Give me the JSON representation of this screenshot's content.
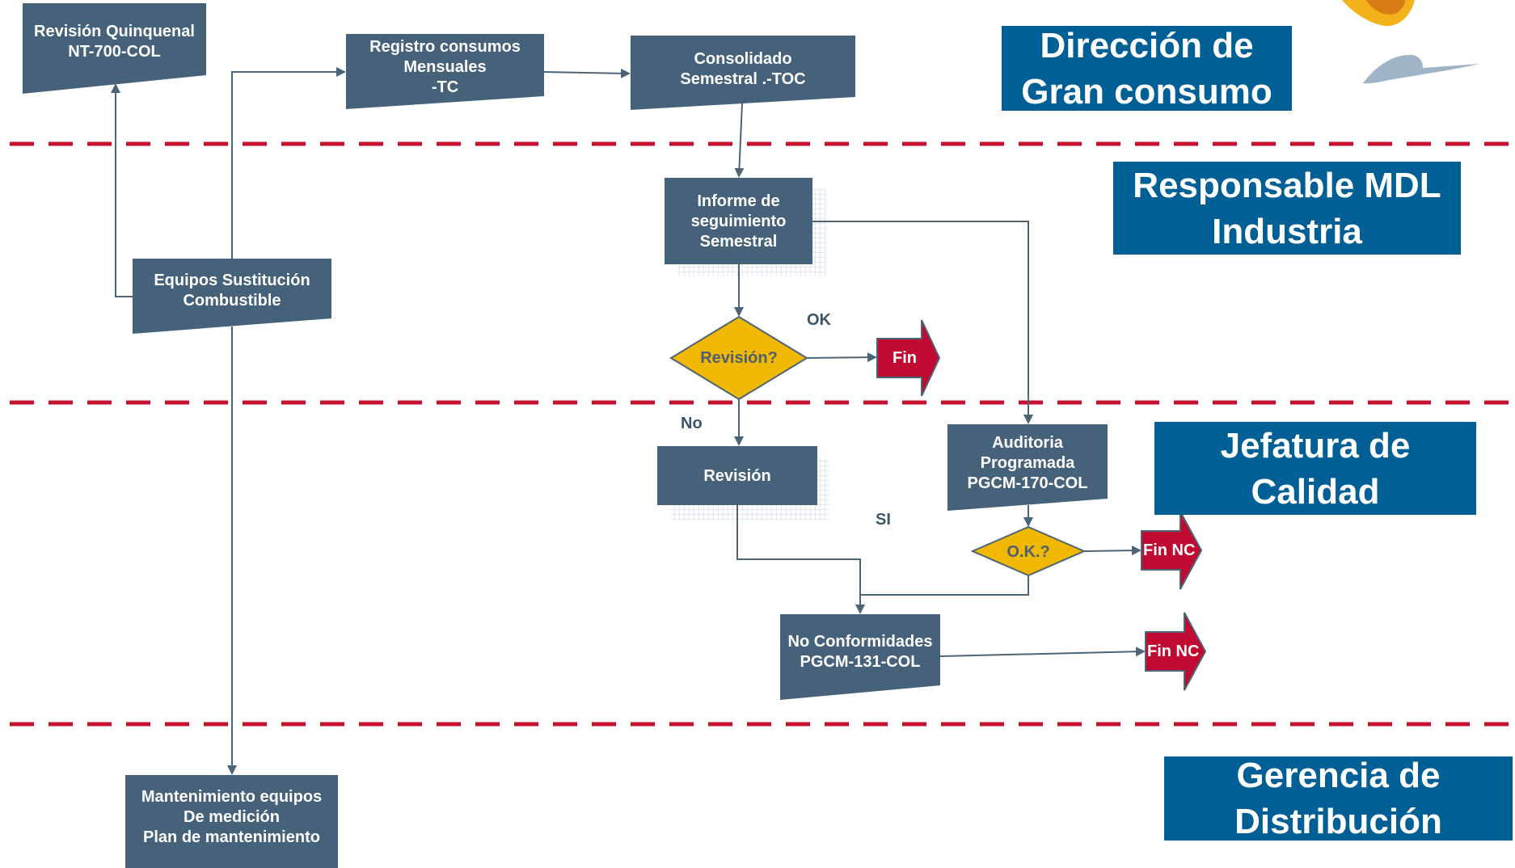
{
  "lanes": {
    "direccion": "Dirección de\nGran consumo",
    "responsable": "Responsable MDL\nIndustria",
    "jefatura": "Jefatura de\nCalidad",
    "gerencia": "Gerencia de\nDistribución"
  },
  "nodes": {
    "revision_quinquenal": "Revisión Quinquenal\nNT-700-COL",
    "registro_consumos": "Registro consumos\nMensuales\n-TC",
    "consolidado": "Consolidado\nSemestral .-TOC",
    "informe": "Informe de\nseguimiento\nSemestral",
    "equipos": "Equipos Sustitución\nCombustible",
    "revision_decision": "Revisión?",
    "fin": "Fin",
    "revision": "Revisión",
    "auditoria": "Auditoria\nProgramada\nPGCM-170-COL",
    "ok_decision": "O.K.?",
    "fin_nc_1": "Fin NC",
    "no_conformidades": "No Conformidades\nPGCM-131-COL",
    "fin_nc_2": "Fin NC",
    "mantenimiento": "Mantenimiento equipos\nDe medición\nPlan de mantenimiento"
  },
  "edge_labels": {
    "ok": "OK",
    "no": "No",
    "si": "SI"
  },
  "colors": {
    "node": "#46617a",
    "lane": "#005f94",
    "separator": "#c8102e",
    "decision": "#f0b800",
    "end": "#c00a32",
    "connector": "#4c6478"
  }
}
